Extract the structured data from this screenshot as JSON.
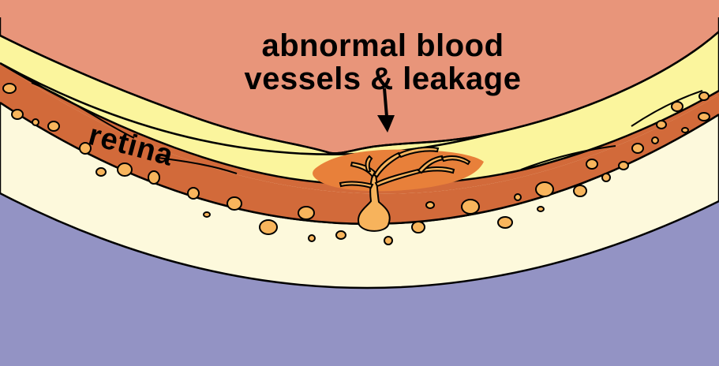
{
  "labels": {
    "callout_line1": "abnormal blood",
    "callout_line2": "vessels & leakage",
    "retina": "retina"
  },
  "colors": {
    "vitreous": "#e8957a",
    "retina": "#fbf59d",
    "choroid": "#d26a3a",
    "sclera": "#fdf9dc",
    "outside": "#9393c4",
    "deposits": "#f8b55c",
    "leakage": "#e8803a",
    "vessels": "#f7b35c",
    "outline": "#000000"
  }
}
